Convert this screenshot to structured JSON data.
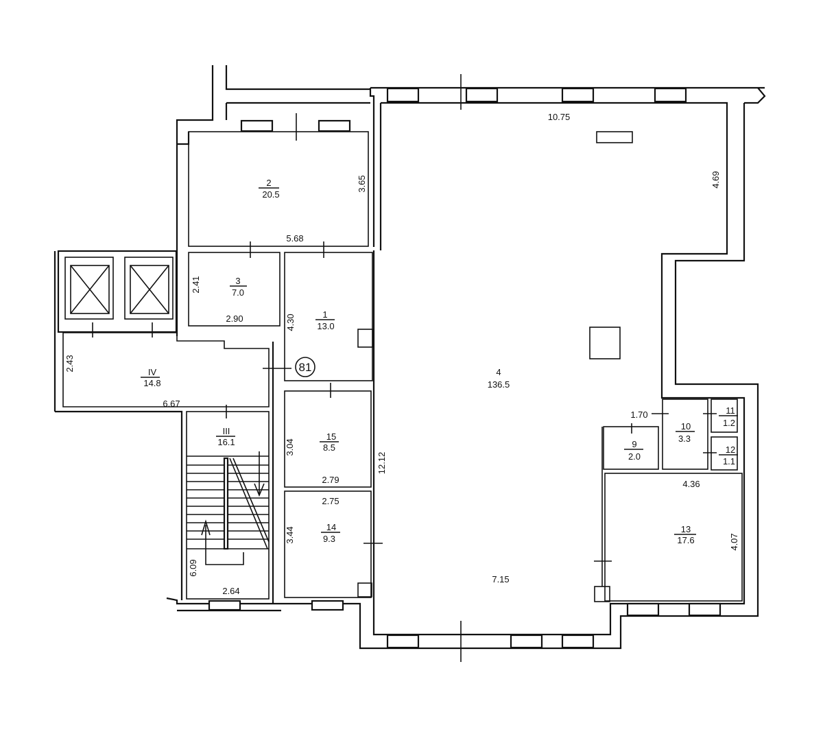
{
  "rooms": [
    {
      "number": "1",
      "area": "13.0"
    },
    {
      "number": "2",
      "area": "20.5"
    },
    {
      "number": "3",
      "area": "7.0"
    },
    {
      "number": "4",
      "area": "136.5"
    },
    {
      "number": "9",
      "area": "2.0"
    },
    {
      "number": "10",
      "area": "3.3"
    },
    {
      "number": "11",
      "area": "1.2"
    },
    {
      "number": "12",
      "area": "1.1"
    },
    {
      "number": "13",
      "area": "17.6"
    },
    {
      "number": "14",
      "area": "9.3"
    },
    {
      "number": "15",
      "area": "8.5"
    },
    {
      "number": "III",
      "area": "16.1"
    },
    {
      "number": "IV",
      "area": "14.8"
    }
  ],
  "dimensions": {
    "d10_75": "10.75",
    "d4_69": "4.69",
    "d3_65": "3.65",
    "d5_68": "5.68",
    "d2_41": "2.41",
    "d2_90": "2.90",
    "d4_30": "4.30",
    "d2_43": "2.43",
    "d6_67": "6.67",
    "d3_04": "3.04",
    "d2_79": "2.79",
    "d2_75": "2.75",
    "d3_44": "3.44",
    "d6_09": "6.09",
    "d2_64": "2.64",
    "d12_12": "12.12",
    "d7_15": "7.15",
    "d1_70": "1.70",
    "d4_36": "4.36",
    "d4_07": "4.07"
  },
  "marker": "81"
}
